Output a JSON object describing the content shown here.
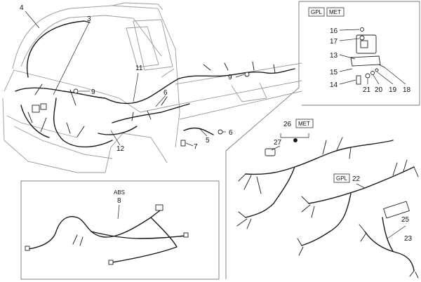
{
  "callouts": {
    "c1": "3",
    "c2": "4",
    "c3": "11",
    "c4": "9",
    "c5": "9",
    "c6": "6",
    "c7": "6",
    "c8": "12",
    "c9": "5",
    "c10": "7",
    "c11": "16",
    "c12": "17",
    "c13": "13",
    "c14": "15",
    "c15": "14",
    "c16": "21",
    "c17": "20",
    "c18": "19",
    "c19": "18",
    "c20": "26",
    "c21": "27",
    "c22": "22",
    "c23": "25",
    "c24": "23",
    "c25": "8"
  },
  "tags": {
    "gpl_top": "GPL",
    "met_top": "MET",
    "met_26": "MET",
    "gpl_22": "GPL",
    "abs": "ABS"
  }
}
